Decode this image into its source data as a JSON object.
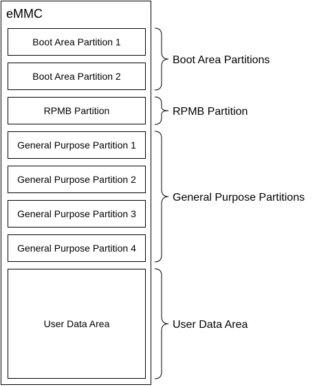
{
  "title": "eMMC",
  "partitions": [
    {
      "label": "Boot Area Partition 1"
    },
    {
      "label": "Boot Area Partition 2"
    },
    {
      "label": "RPMB Partition"
    },
    {
      "label": "General Purpose Partition 1"
    },
    {
      "label": "General Purpose Partition 2"
    },
    {
      "label": "General Purpose Partition 3"
    },
    {
      "label": "General Purpose Partition 4"
    },
    {
      "label": "User Data Area"
    }
  ],
  "groups": [
    {
      "label": "Boot Area Partitions"
    },
    {
      "label": "RPMB Partition"
    },
    {
      "label": "General Purpose Partitions"
    },
    {
      "label": "User Data Area"
    }
  ]
}
